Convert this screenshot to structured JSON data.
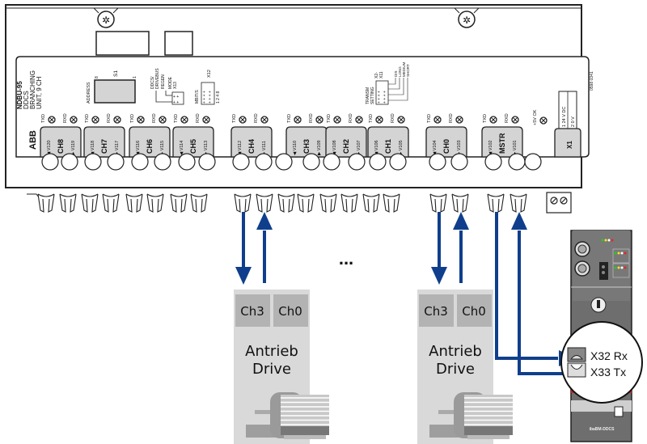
{
  "unit": {
    "model": "NDBU-95",
    "line2": "DDCS",
    "line3": "BRANCHING",
    "line4": "UNIT, 9 CH",
    "brand": "ABB",
    "doc_id": "0598 0341",
    "address_label": "ADDRESS",
    "switch_label": "S1",
    "switch_left": "8",
    "switch_right": "1",
    "mode_labels": [
      "DDCS/",
      "DRIVEBUS",
      "REGEN"
    ],
    "mode_connector": [
      "MODE",
      "X13"
    ],
    "mbits_label": "MBIT/S",
    "mbits_connector": "X12",
    "mbits_values": "1 2 4 8",
    "transm_label": [
      "TRANSM",
      "SETTING"
    ],
    "transm_connector": [
      "X2-",
      "X11"
    ],
    "transm_options": [
      "DIS",
      "LONG",
      "MEDIUM",
      "SHORT"
    ],
    "ok_label": "+5V OK",
    "power": {
      "connector": "X1",
      "pin1": "1  24 V DC",
      "pin2": "2   0 V"
    },
    "txd": "TXD",
    "rxd": "RXD",
    "channels": [
      {
        "name": "CH8",
        "tx": "V120",
        "rx": "V119"
      },
      {
        "name": "CH7",
        "tx": "V118",
        "rx": "V117"
      },
      {
        "name": "CH6",
        "tx": "V116",
        "rx": "V115"
      },
      {
        "name": "CH5",
        "tx": "V114",
        "rx": "V113"
      },
      {
        "name": "CH4",
        "tx": "V112",
        "rx": "V111"
      },
      {
        "name": "CH3",
        "tx": "V110",
        "rx": "V109"
      },
      {
        "name": "CH2",
        "tx": "V108",
        "rx": "V107"
      },
      {
        "name": "CH1",
        "tx": "V106",
        "rx": "V105"
      },
      {
        "name": "CH0",
        "tx": "V104",
        "rx": "V103"
      },
      {
        "name": "MSTR",
        "tx": "V102",
        "rx": "V101"
      }
    ]
  },
  "ellipsis": "...",
  "drives": [
    {
      "port_a": "Ch3",
      "port_b": "Ch0",
      "label1": "Antrieb",
      "label2": "Drive"
    },
    {
      "port_a": "Ch3",
      "port_b": "Ch0",
      "label1": "Antrieb",
      "label2": "Drive"
    }
  ],
  "ibabm": {
    "name": "ibaBM-DDCS",
    "magnified_ports": [
      {
        "label": "X32 Rx"
      },
      {
        "label": "X33 Tx"
      }
    ]
  },
  "colors": {
    "link": "#0f3f8c",
    "drive_body": "#d9d9d9",
    "drive_port": "#b3b3b3",
    "module_body": "#6e6e6e",
    "module_red": "#d41f1f",
    "tab_fill": "#d4d4d4"
  }
}
